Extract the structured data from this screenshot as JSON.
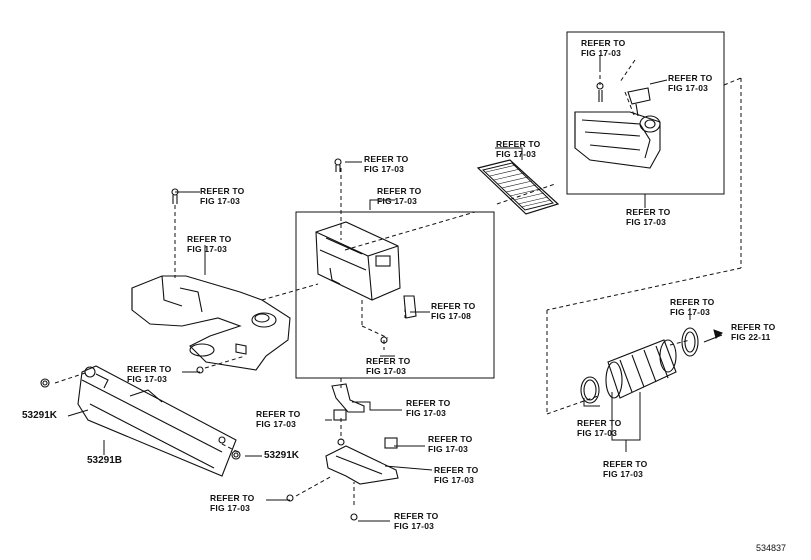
{
  "refer": {
    "top_right_bolt": [
      "REFER TO",
      "FIG 17-03"
    ],
    "top_right_sensor": [
      "REFER TO",
      "FIG 17-03"
    ],
    "top_right_box": [
      "REFER TO",
      "FIG 17-03"
    ],
    "filter_element": [
      "REFER TO",
      "FIG 17-03"
    ],
    "top_bolt": [
      "REFER TO",
      "FIG 17-03"
    ],
    "cleaner_case": [
      "REFER TO",
      "FIG 17-03"
    ],
    "left_clip": [
      "REFER TO",
      "FIG 17-03"
    ],
    "inlet_duct": [
      "REFER TO",
      "FIG 17-03"
    ],
    "sensor_right": [
      "REFER TO",
      "FIG 17-08"
    ],
    "case_bolt": [
      "REFER TO",
      "FIG 17-03"
    ],
    "clamp_top": [
      "REFER TO",
      "FIG 17-03"
    ],
    "fig_22_11": [
      "REFER TO",
      "FIG 22-11"
    ],
    "clamp_left": [
      "REFER TO",
      "FIG 17-03"
    ],
    "hose_group": [
      "REFER TO",
      "FIG 17-03"
    ],
    "duct_bolt": [
      "REFER TO",
      "FIG 17-03"
    ],
    "bracket_top": [
      "REFER TO",
      "FIG 17-03"
    ],
    "bracket_left": [
      "REFER TO",
      "FIG 17-03"
    ],
    "grommet_right": [
      "REFER TO",
      "FIG 17-03"
    ],
    "bracket_right": [
      "REFER TO",
      "FIG 17-03"
    ],
    "bottom_bolt": [
      "REFER TO",
      "FIG 17-03"
    ],
    "bottom_nut": [
      "REFER TO",
      "FIG 17-03"
    ]
  },
  "parts": {
    "clip_upper": "53291K",
    "clip_lower": "53291K",
    "seal": "53291B"
  },
  "diagram_code": "534837"
}
